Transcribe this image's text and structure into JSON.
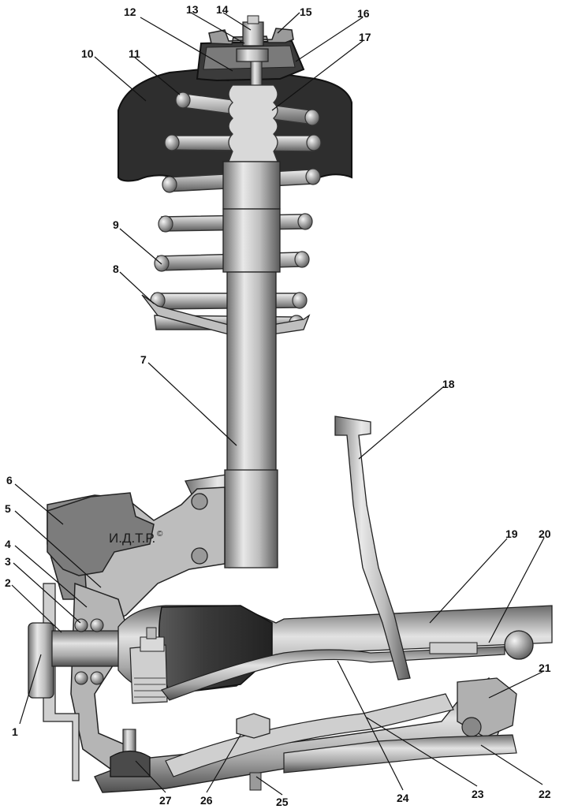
{
  "watermark": {
    "text": "И.Д.Т.Р.",
    "mark": "©"
  },
  "callouts": [
    {
      "id": 1,
      "label": "1"
    },
    {
      "id": 2,
      "label": "2"
    },
    {
      "id": 3,
      "label": "3"
    },
    {
      "id": 4,
      "label": "4"
    },
    {
      "id": 5,
      "label": "5"
    },
    {
      "id": 6,
      "label": "6"
    },
    {
      "id": 7,
      "label": "7"
    },
    {
      "id": 8,
      "label": "8"
    },
    {
      "id": 9,
      "label": "9"
    },
    {
      "id": 10,
      "label": "10"
    },
    {
      "id": 11,
      "label": "11"
    },
    {
      "id": 12,
      "label": "12"
    },
    {
      "id": 13,
      "label": "13"
    },
    {
      "id": 14,
      "label": "14"
    },
    {
      "id": 15,
      "label": "15"
    },
    {
      "id": 16,
      "label": "16"
    },
    {
      "id": 17,
      "label": "17"
    },
    {
      "id": 18,
      "label": "18"
    },
    {
      "id": 19,
      "label": "19"
    },
    {
      "id": 20,
      "label": "20"
    },
    {
      "id": 21,
      "label": "21"
    },
    {
      "id": 22,
      "label": "22"
    },
    {
      "id": 23,
      "label": "23"
    },
    {
      "id": 24,
      "label": "24"
    },
    {
      "id": 25,
      "label": "25"
    },
    {
      "id": 26,
      "label": "26"
    },
    {
      "id": 27,
      "label": "27"
    }
  ]
}
